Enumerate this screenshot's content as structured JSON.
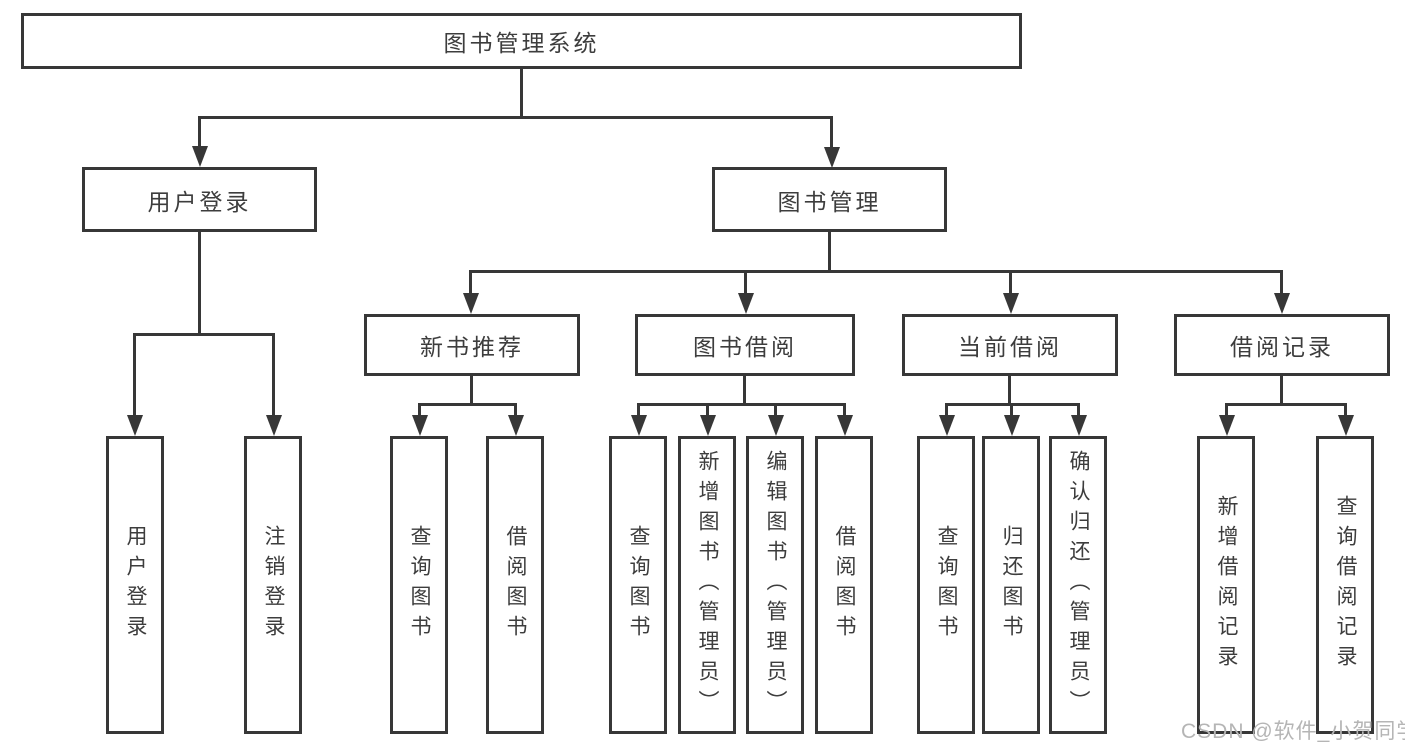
{
  "diagram": {
    "root": "图书管理系统",
    "branches": [
      {
        "label": "用户登录",
        "children": [
          "用户登录",
          "注销登录"
        ]
      },
      {
        "label": "图书管理",
        "sections": [
          {
            "label": "新书推荐",
            "children": [
              "查询图书",
              "借阅图书"
            ]
          },
          {
            "label": "图书借阅",
            "children": [
              "查询图书",
              "新增图书（管理员）",
              "编辑图书（管理员）",
              "借阅图书"
            ]
          },
          {
            "label": "当前借阅",
            "children": [
              "查询图书",
              "归还图书",
              "确认归还（管理员）"
            ]
          },
          {
            "label": "借阅记录",
            "children": [
              "新增借阅记录",
              "查询借阅记录"
            ]
          }
        ]
      }
    ]
  },
  "watermark": "CSDN @软件_小贺同学",
  "colors": {
    "line": "#373737",
    "text": "#3d3d3d",
    "watermark": "#b5b5b5",
    "background": "#ffffff"
  }
}
